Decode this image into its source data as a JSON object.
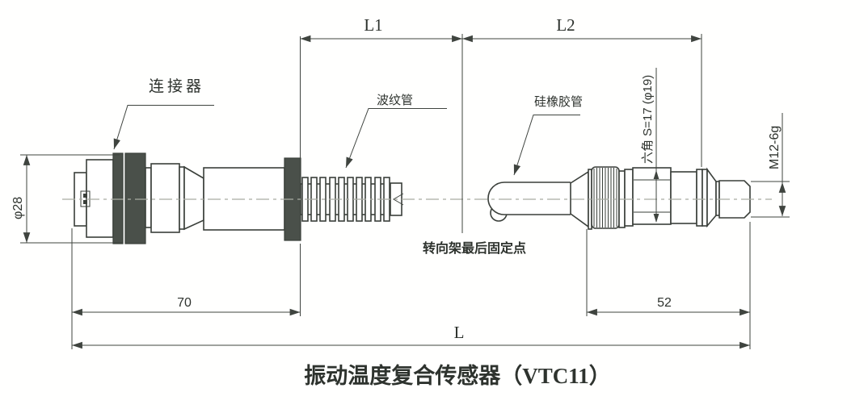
{
  "title": "振动温度复合传感器（VTC11）",
  "part_labels": {
    "connector": "连接器",
    "corrugated_tube": "波纹管",
    "silicone_rubber_tube": "硅橡胶管",
    "bogie_fixation_point": "转向架最后固定点"
  },
  "dimensions": {
    "l1": "L1",
    "l2": "L2",
    "total_length": "L",
    "connector_length": "70",
    "sensor_length": "52",
    "connector_diameter": "φ28",
    "hex_spec": "六角 S=17 (φ19)",
    "thread_spec": "M12-6g"
  },
  "colors": {
    "line": "#3a3f3a",
    "dark_fill": "#4a504a",
    "centerline": "#a9aca2",
    "background": "#ffffff"
  }
}
